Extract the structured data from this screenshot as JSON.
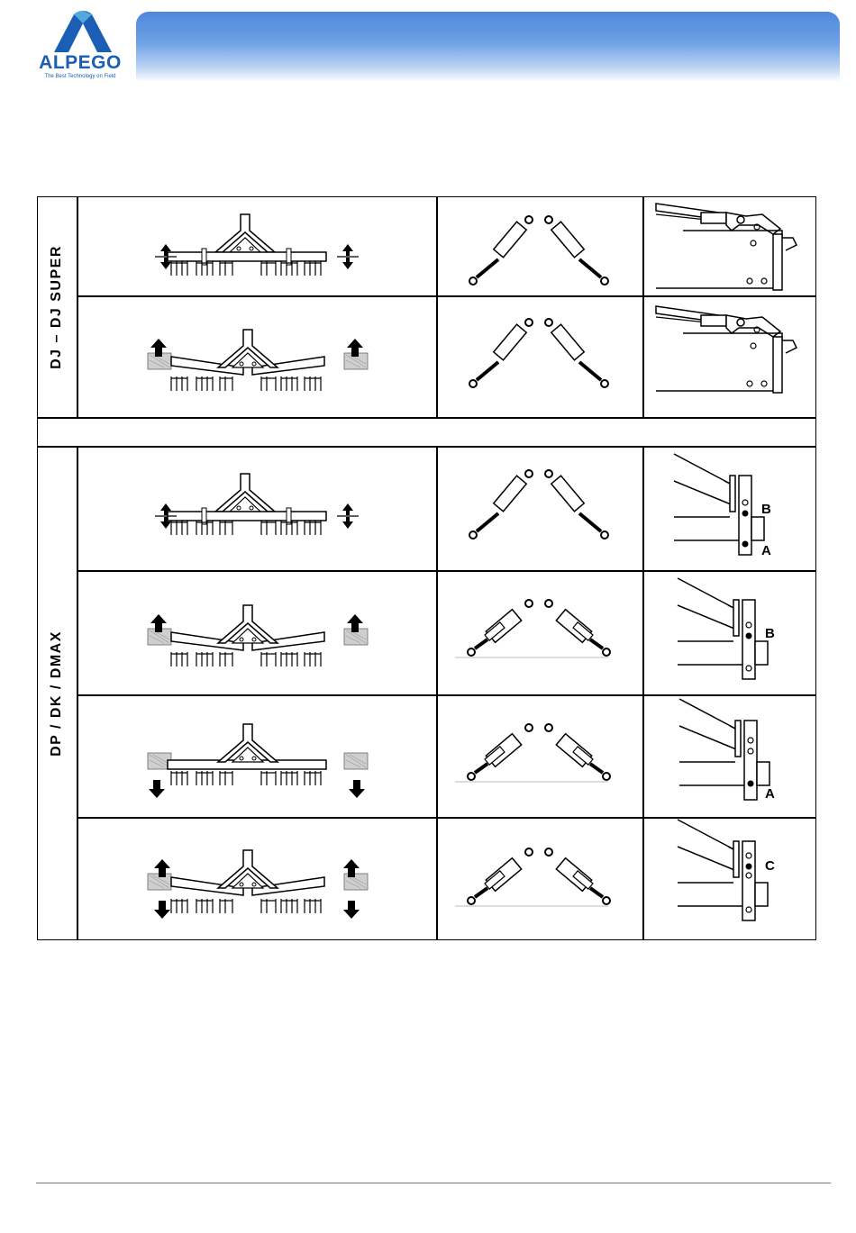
{
  "brand": {
    "name": "ALPEGO",
    "tagline": "The Best Technology on Field",
    "color": "#1a5fb4"
  },
  "table": {
    "groups": [
      {
        "label": "DJ – DJ SUPER",
        "rows": [
          {
            "machine": "flat",
            "cylinder": "retracted",
            "latch": "hook-down"
          },
          {
            "machine": "wings-up",
            "cylinder": "retracted",
            "latch": "hook-up"
          }
        ]
      },
      {
        "label": "DP / DK / DMAX",
        "rows": [
          {
            "machine": "flat",
            "cylinder": "retracted",
            "pin_label": "B",
            "pin_label_2": "A"
          },
          {
            "machine": "wings-up",
            "cylinder": "extended",
            "pin_label": "B"
          },
          {
            "machine": "wings-down",
            "cylinder": "extended",
            "pin_label": "A"
          },
          {
            "machine": "wings-up-down",
            "cylinder": "extended",
            "pin_label": "C"
          }
        ]
      }
    ]
  }
}
